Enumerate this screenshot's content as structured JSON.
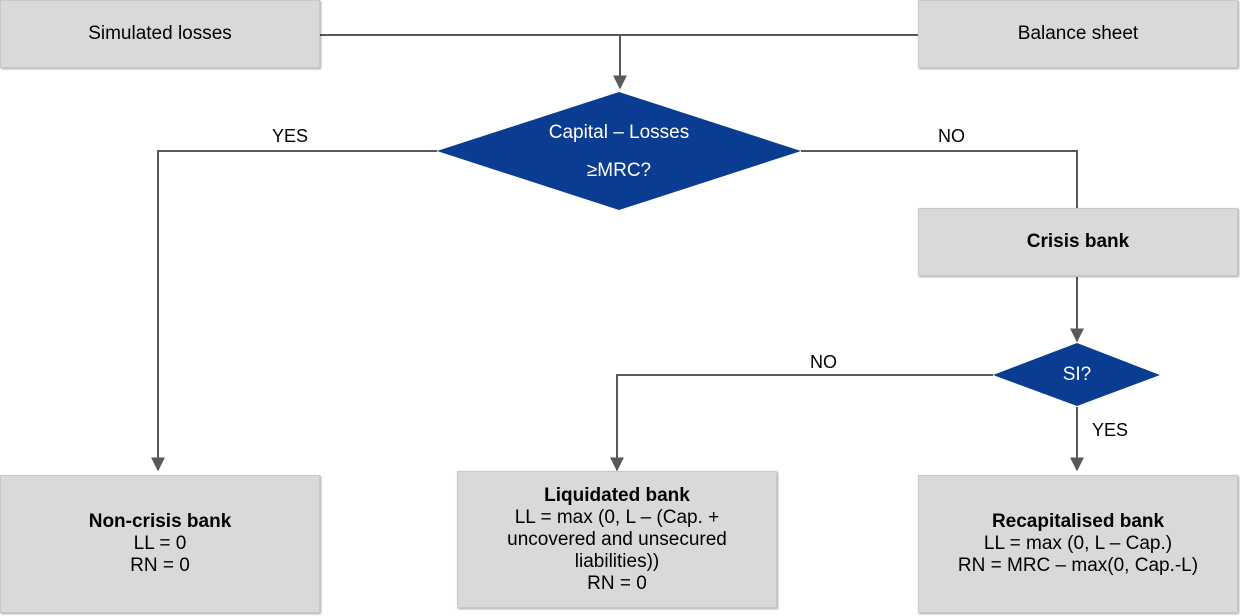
{
  "nodes": {
    "simulated_losses": {
      "label": "Simulated losses"
    },
    "balance_sheet": {
      "label": "Balance sheet"
    },
    "decision_capital": {
      "line1": "Capital – Losses",
      "line2": "≥MRC?"
    },
    "crisis_bank": {
      "label": "Crisis bank"
    },
    "decision_si": {
      "label": "SI?"
    },
    "non_crisis_bank": {
      "title": "Non-crisis bank",
      "line1": "LL = 0",
      "line2": "RN = 0"
    },
    "liquidated_bank": {
      "title": "Liquidated bank",
      "line1": "LL = max (0, L – (Cap. +",
      "line2": "uncovered and unsecured",
      "line3": "liabilities))",
      "line4": "RN = 0"
    },
    "recapitalised_bank": {
      "title": "Recapitalised bank",
      "line1": "LL = max (0, L – Cap.)",
      "line2": "RN = MRC – max(0, Cap.-L)"
    }
  },
  "edge_labels": {
    "capital_yes": "YES",
    "capital_no": "NO",
    "si_no": "NO",
    "si_yes": "YES"
  },
  "colors": {
    "box_fill": "#d9d9d9",
    "diamond_fill": "#0a3d91",
    "line": "#595959"
  }
}
